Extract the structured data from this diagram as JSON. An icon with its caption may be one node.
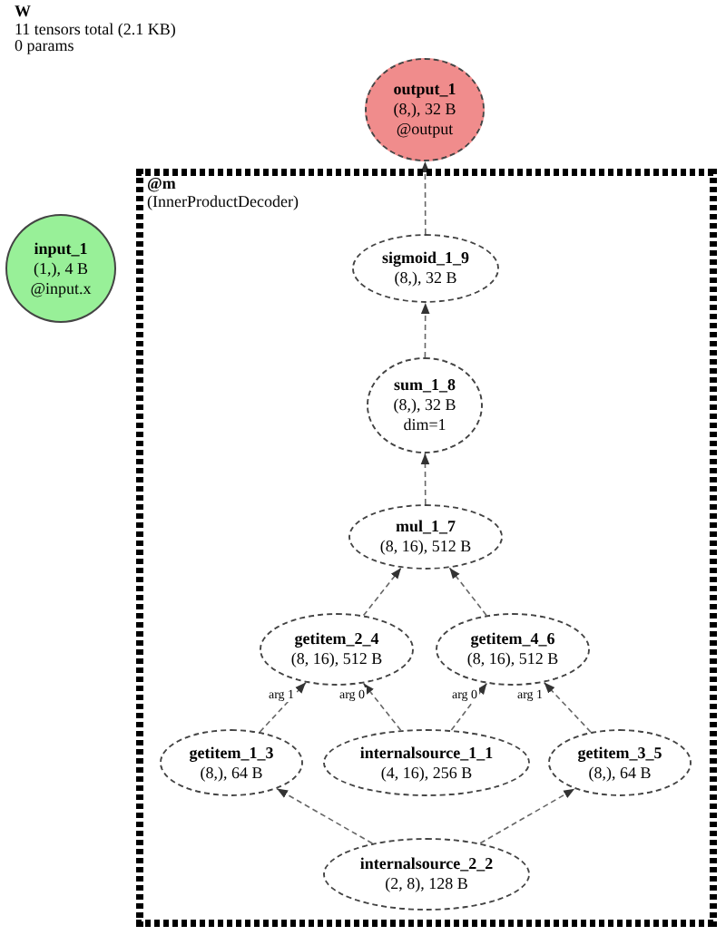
{
  "diagram": {
    "title": "W",
    "nodes": [
      {
        "text": [
          "output_1",
          "(8,), 32 B",
          "@output"
        ]
      },
      {
        "text": [
          "@m",
          "(InnerProductDecoder)"
        ]
      },
      {
        "text": [
          "input_1",
          "(1,), 4 B",
          "@input.x"
        ]
      },
      {
        "text": [
          "sigmoid_1_9",
          "(8,), 32 B"
        ],
        "in": 1
      },
      {
        "text": [
          "sum_1_8",
          "(8,), 32 B",
          "dim=1"
        ],
        "in": 1
      },
      {
        "text": [
          "mul_1_7",
          "(8, 16), 512 B"
        ],
        "in": 1
      },
      {
        "text": [
          "getitem_2_4",
          "(8, 16), 512 B"
        ],
        "in": 1
      },
      {
        "text": [
          "getitem_4_6",
          "(8, 16), 512 B"
        ],
        "in": 1
      },
      {
        "text": [
          "getitem_1_3",
          "(8,), 64 B"
        ],
        "in": 1
      },
      {
        "text": [
          "internalsource_1_1",
          "(4, 16), 256 B"
        ],
        "in": 1
      },
      {
        "text": [
          "getitem_3_5",
          "(8,), 64 B"
        ],
        "in": 1
      },
      {
        "text": [
          "internalsource_2_2",
          "(2, 8), 128 B"
        ],
        "in": 1
      }
    ],
    "edges": [
      {
        "from": 3,
        "to": 0,
        "arrow": "to",
        "style": "dashed"
      },
      {
        "from": 4,
        "to": 3,
        "arrow": "to",
        "style": "dashed"
      },
      {
        "from": 5,
        "to": 4,
        "arrow": "to",
        "style": "dashed"
      },
      {
        "from": 6,
        "to": 5,
        "arrow": "to",
        "style": "dashed"
      },
      {
        "from": 7,
        "to": 5,
        "arrow": "to",
        "style": "dashed"
      },
      {
        "from": 8,
        "to": 6,
        "arrow": "to",
        "style": "dashed",
        "label": "arg 1"
      },
      {
        "from": 9,
        "to": 6,
        "arrow": "to",
        "style": "dashed",
        "label": "arg 0"
      },
      {
        "from": 9,
        "to": 7,
        "arrow": "to",
        "style": "dashed",
        "label": "arg 0"
      },
      {
        "from": 10,
        "to": 7,
        "arrow": "to",
        "style": "dashed",
        "label": "arg 1"
      },
      {
        "from": 11,
        "to": 8,
        "arrow": "to",
        "style": "dashed"
      },
      {
        "from": 11,
        "to": 10,
        "arrow": "to",
        "style": "dashed"
      }
    ],
    "labels": [
      "11 tensors total (2.1 KB)",
      "0 params"
    ]
  }
}
